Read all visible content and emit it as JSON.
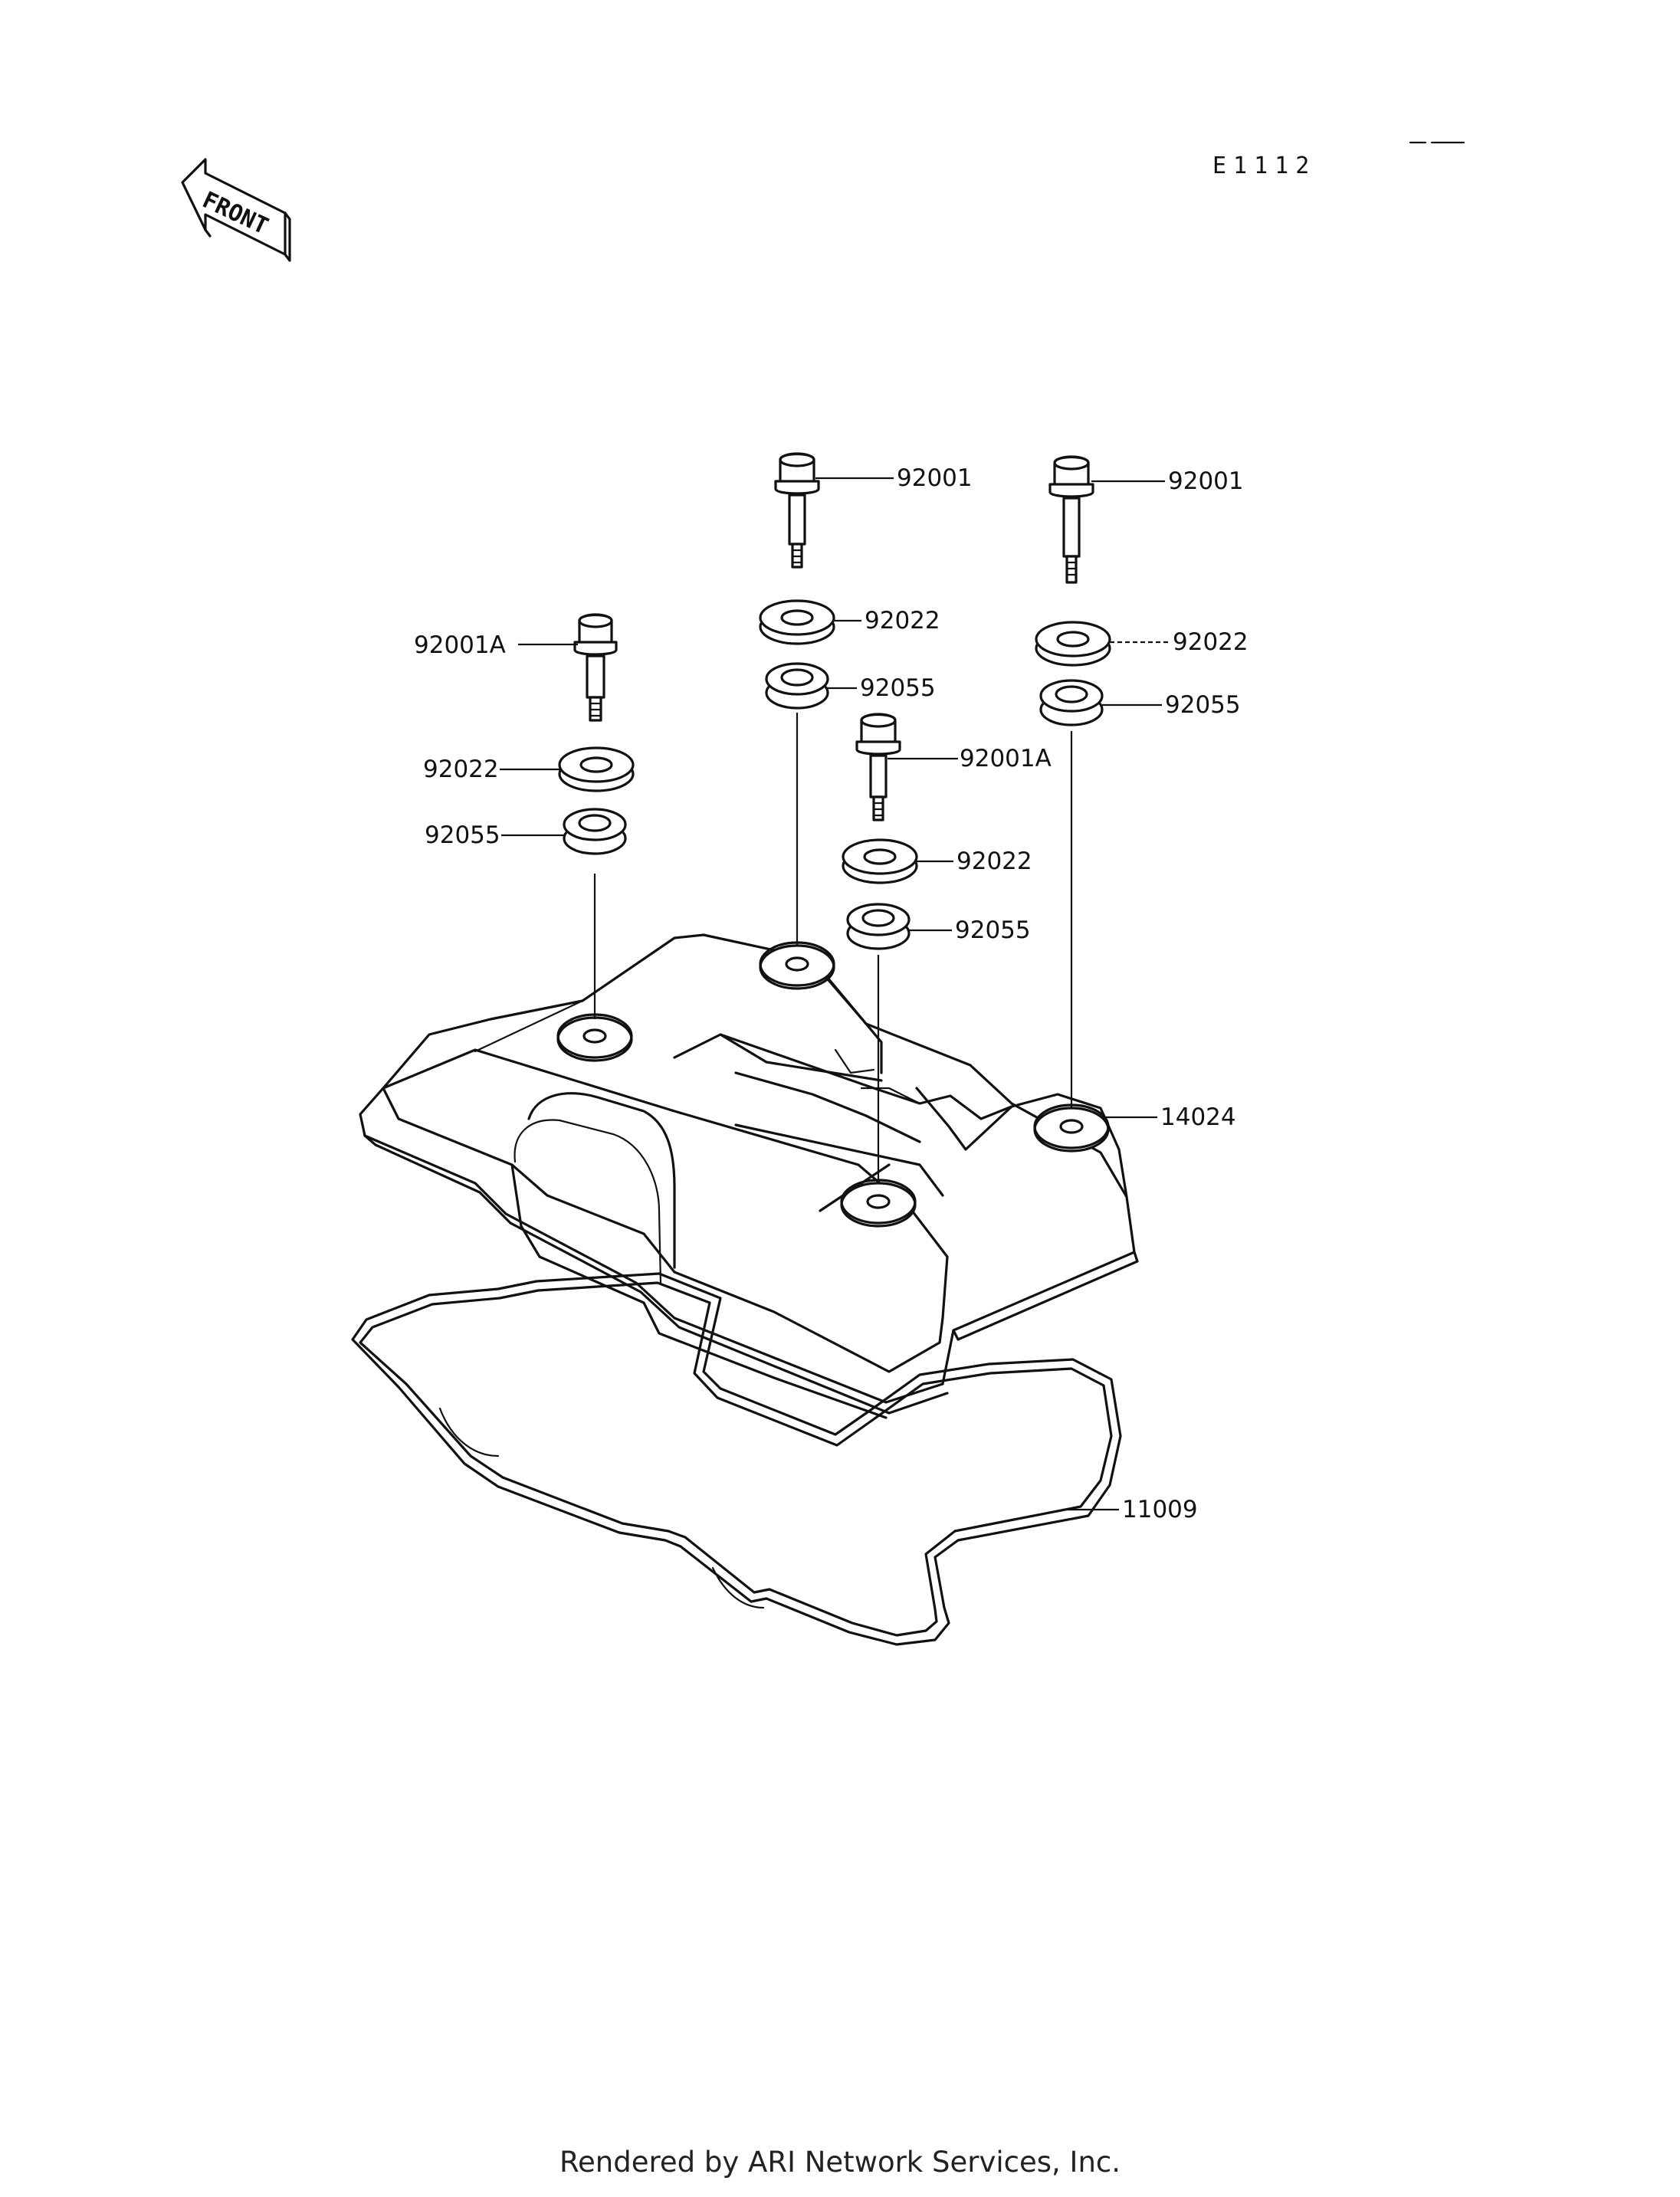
{
  "diagram": {
    "code": "E1112",
    "front_label": "FRONT",
    "parts": {
      "bolt_rear_left": "92001A",
      "washer_rear_left": "92022",
      "grommet_rear_left": "92055",
      "bolt_rear_center": "92001",
      "washer_rear_center": "92022",
      "grommet_rear_center": "92055",
      "bolt_front_center": "92001A",
      "washer_front_center": "92022",
      "grommet_front_center": "92055",
      "bolt_right": "92001",
      "washer_right": "92022",
      "grommet_right": "92055",
      "cover": "14024",
      "gasket": "11009"
    }
  },
  "footer": {
    "text": "Rendered by ARI Network Services, Inc."
  }
}
